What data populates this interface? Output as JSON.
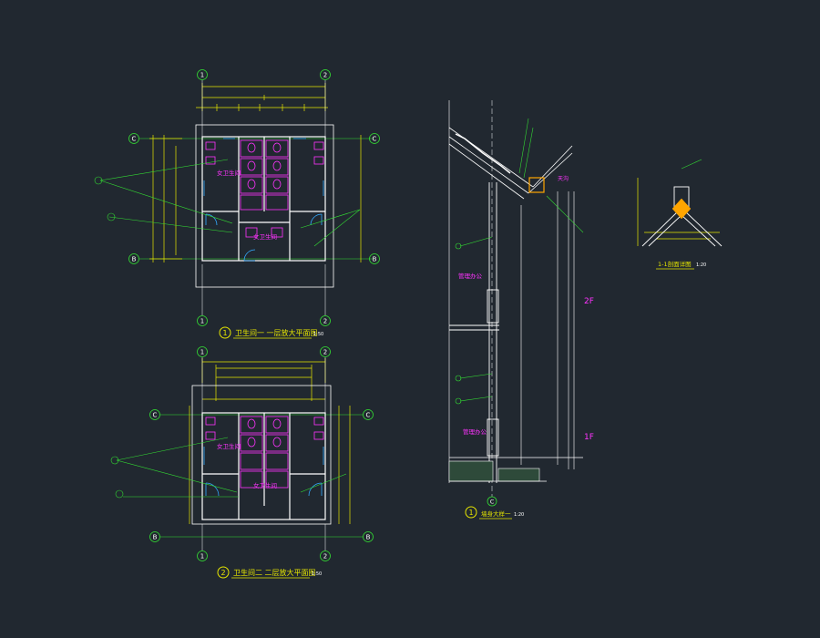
{
  "colors": {
    "background": "#212830",
    "wall": "#ffffff",
    "dimension": "#e6e600",
    "grid_line": "#33dd33",
    "fixture": "#ff33ff",
    "door": "#33aaff",
    "section_fill": "#ffa500"
  },
  "plan1": {
    "grid_top_left": "1",
    "grid_top_right": "2",
    "grid_left_top": "C",
    "grid_left_bottom": "B",
    "grid_right_top": "C",
    "grid_right_bottom": "B",
    "title": "卫生间一 一层放大平面图",
    "scale": "1:50",
    "number": "1",
    "room_label_upper": "女卫生间",
    "room_label_lower": "女卫生间"
  },
  "plan2": {
    "grid_top_left": "1",
    "grid_top_right": "2",
    "grid_left_top": "C",
    "grid_left_bottom": "B",
    "grid_right_top": "C",
    "grid_right_bottom": "B",
    "title": "卫生间二 二层放大平面图",
    "scale": "1:50",
    "number": "2",
    "room_label_upper": "女卫生间",
    "room_label_lower": "女卫生间"
  },
  "section": {
    "room_upper": "管理办公",
    "room_lower": "管理办公",
    "floor_upper": "2F",
    "floor_lower": "1F",
    "grid_bottom": "C",
    "title": "墙身大样一",
    "scale": "1:20",
    "number": "1",
    "eave_label": "天沟"
  },
  "detail": {
    "title": "1-1剖面详图",
    "scale": "1:20"
  }
}
